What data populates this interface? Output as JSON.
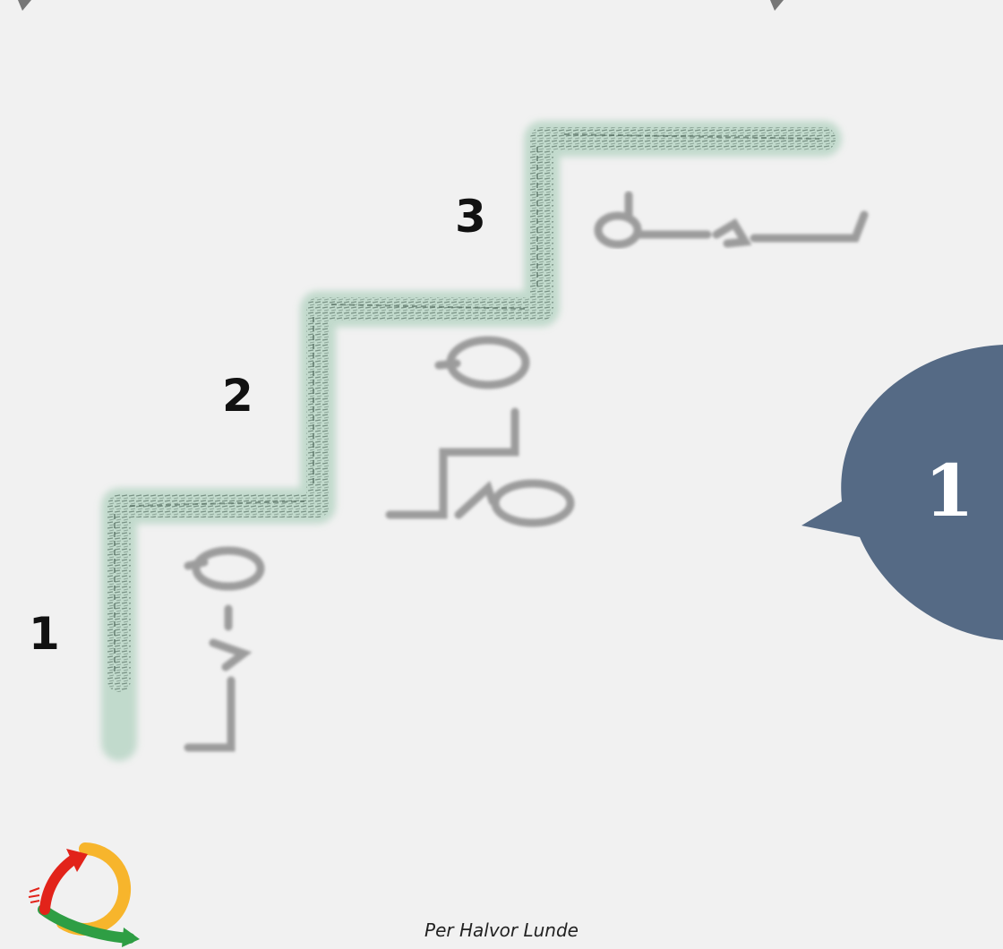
{
  "steps": [
    {
      "label": "1"
    },
    {
      "label": "2"
    },
    {
      "label": "3"
    }
  ],
  "bubble": {
    "number": "1",
    "color": "#4f6480"
  },
  "author": "Per Halvor Lunde",
  "colors": {
    "background": "#f1f1f1",
    "stair_glow": "#b9d6c6",
    "stair_texture": "#4d6659",
    "sketch": "#9c9c9c",
    "logo_red": "#e2231a",
    "logo_yellow": "#f7b52c",
    "logo_green": "#2e9e44"
  }
}
